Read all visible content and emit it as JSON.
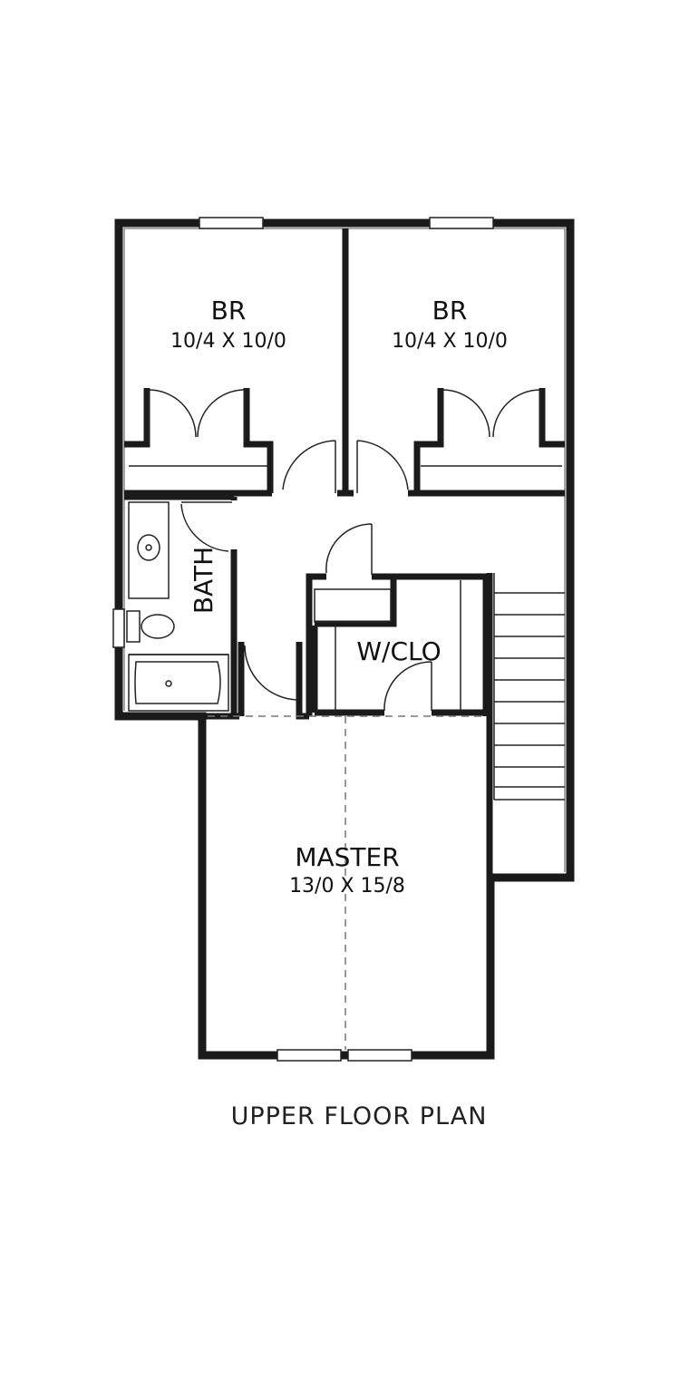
{
  "plan": {
    "caption": "UPPER FLOOR PLAN",
    "rooms": [
      {
        "id": "br-left",
        "name": "BR",
        "dims": "10/4 X 10/0"
      },
      {
        "id": "br-right",
        "name": "BR",
        "dims": "10/4 X 10/0"
      },
      {
        "id": "bath",
        "name": "BATH",
        "dims": ""
      },
      {
        "id": "wiclo",
        "name": "W/CLO",
        "dims": ""
      },
      {
        "id": "master",
        "name": "MASTER",
        "dims": "13/0 X 15/8"
      }
    ]
  }
}
